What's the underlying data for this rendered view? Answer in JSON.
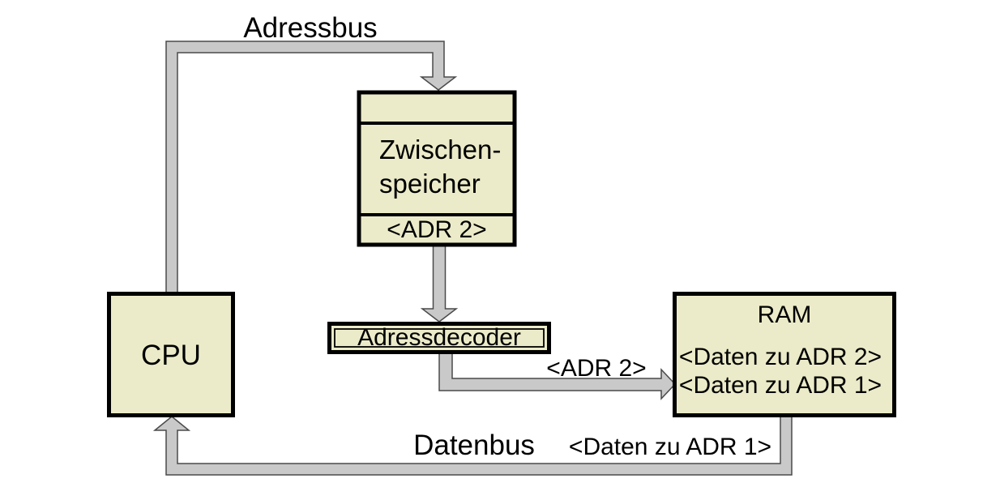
{
  "diagram": {
    "colors": {
      "background": "#ffffff",
      "node_fill": "#ebebc9",
      "node_border": "#000000",
      "bus_fill": "#c9c9c9",
      "bus_outline": "#4a4a4a",
      "text": "#000000"
    },
    "nodes": {
      "cpu": {
        "label": "CPU"
      },
      "buffer": {
        "line1": "Zwischen-",
        "line2": "speicher",
        "slot": "<ADR 2>"
      },
      "decoder": {
        "label": "Adressdecoder"
      },
      "ram": {
        "title": "RAM",
        "entry1": "<Daten zu ADR 2>",
        "entry2": "<Daten zu ADR 1>"
      }
    },
    "buses": {
      "address": {
        "label": "Adressbus"
      },
      "decoder_to_ram": {
        "annotation": "<ADR 2>"
      },
      "data": {
        "label": "Datenbus",
        "annotation": "<Daten zu ADR 1>"
      }
    }
  }
}
